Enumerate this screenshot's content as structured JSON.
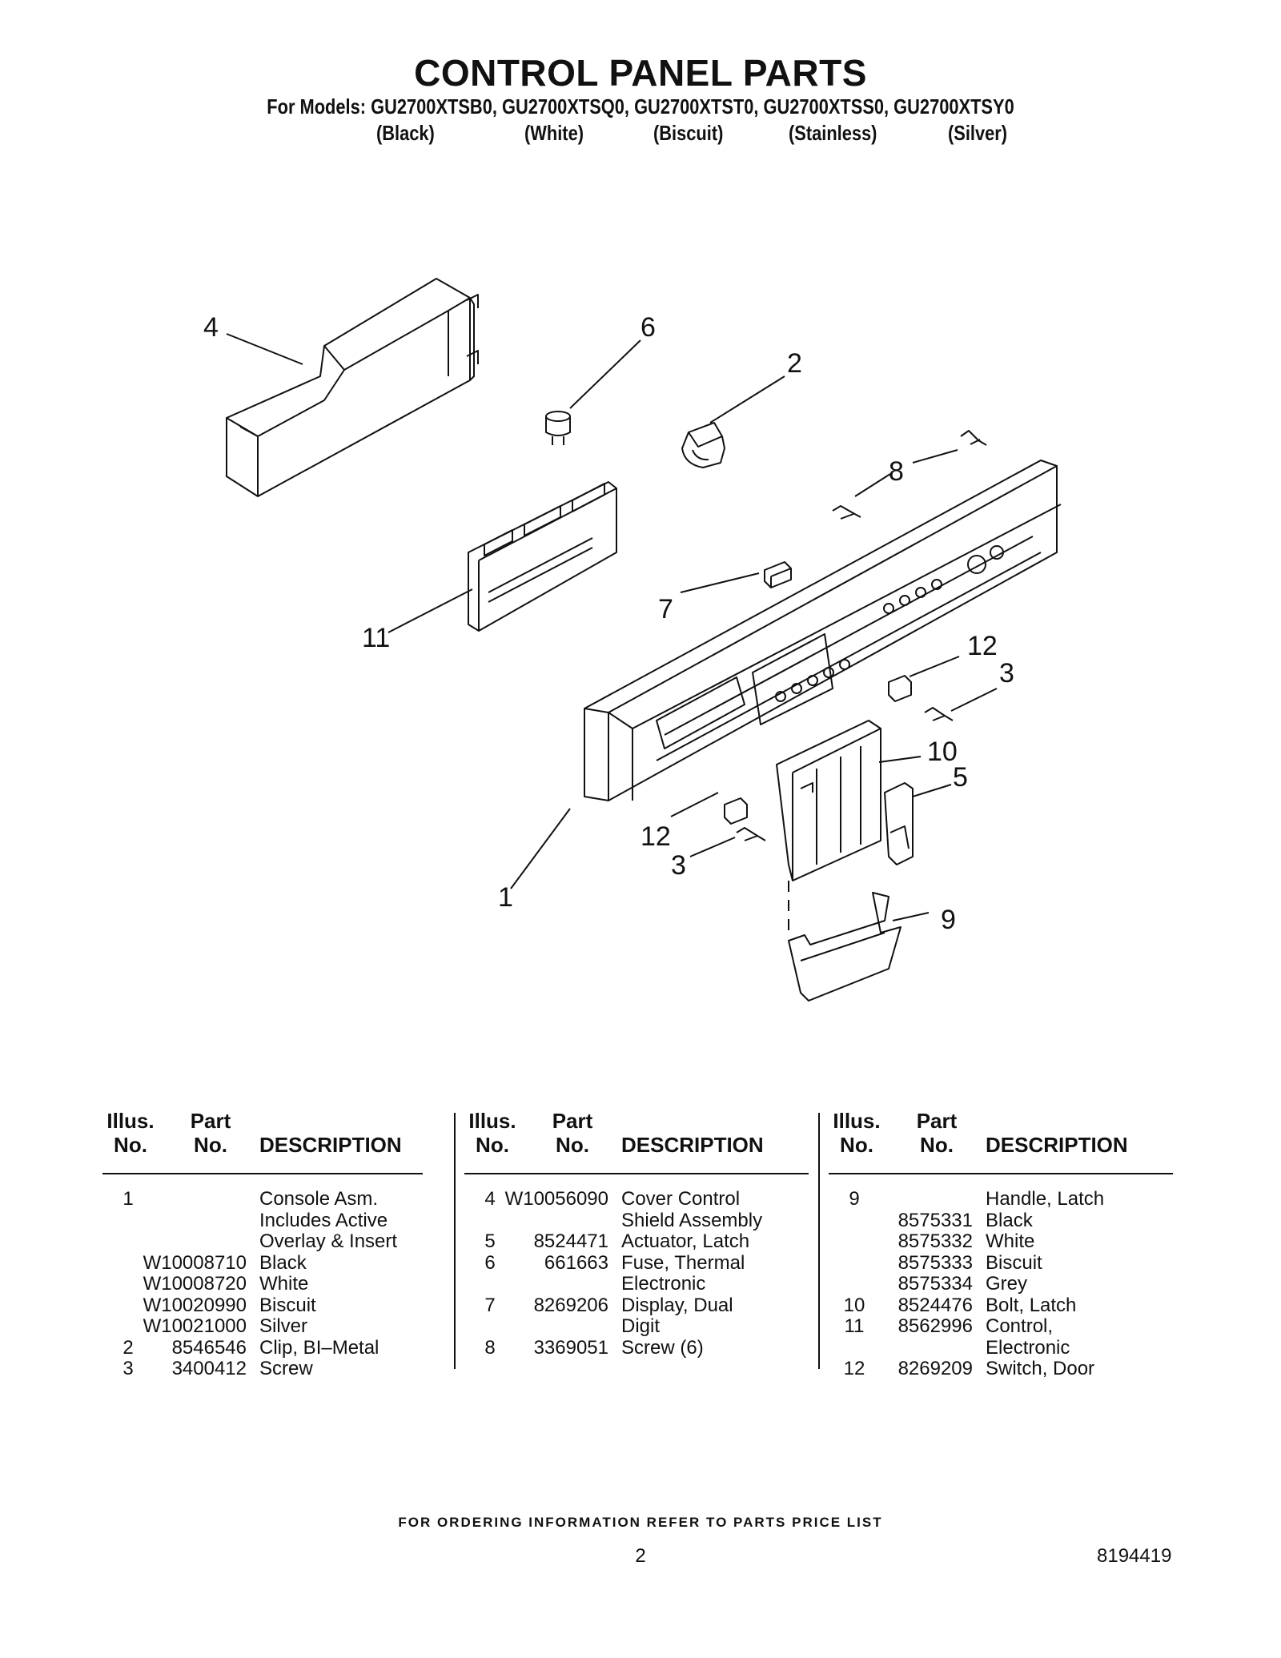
{
  "header": {
    "title": "CONTROL PANEL PARTS",
    "models_line": "For Models: GU2700XTSB0, GU2700XTSQ0, GU2700XTST0, GU2700XTSS0, GU2700XTSY0",
    "finishes": [
      "(Black)",
      "(White)",
      "(Biscuit)",
      "(Stainless)",
      "(Silver)"
    ]
  },
  "diagram": {
    "callouts": [
      "1",
      "2",
      "3",
      "3",
      "4",
      "5",
      "6",
      "7",
      "8",
      "9",
      "10",
      "11",
      "12",
      "12"
    ]
  },
  "table": {
    "headers": {
      "illus_line1": "Illus.",
      "illus_line2": "No.",
      "part_line1": "Part",
      "part_line2": "No.",
      "description": "DESCRIPTION"
    },
    "columns": [
      [
        {
          "illus": "1",
          "part": "",
          "desc": "Console Asm."
        },
        {
          "illus": "",
          "part": "",
          "desc": "Includes Active"
        },
        {
          "illus": "",
          "part": "",
          "desc": "Overlay & Insert"
        },
        {
          "illus": "",
          "part": "W10008710",
          "desc": "Black"
        },
        {
          "illus": "",
          "part": "W10008720",
          "desc": "White"
        },
        {
          "illus": "",
          "part": "W10020990",
          "desc": "Biscuit"
        },
        {
          "illus": "",
          "part": "W10021000",
          "desc": "Silver"
        },
        {
          "illus": "2",
          "part": "8546546",
          "desc": "Clip, BI–Metal"
        },
        {
          "illus": "3",
          "part": "3400412",
          "desc": "Screw"
        }
      ],
      [
        {
          "illus": "4",
          "part": "W10056090",
          "desc": "Cover Control"
        },
        {
          "illus": "",
          "part": "",
          "desc": "Shield Assembly"
        },
        {
          "illus": "5",
          "part": "8524471",
          "desc": "Actuator, Latch"
        },
        {
          "illus": "6",
          "part": "661663",
          "desc": "Fuse, Thermal"
        },
        {
          "illus": "",
          "part": "",
          "desc": "Electronic"
        },
        {
          "illus": "7",
          "part": "8269206",
          "desc": "Display, Dual"
        },
        {
          "illus": "",
          "part": "",
          "desc": "Digit"
        },
        {
          "illus": "8",
          "part": "3369051",
          "desc": "Screw (6)"
        }
      ],
      [
        {
          "illus": "9",
          "part": "",
          "desc": "Handle, Latch"
        },
        {
          "illus": "",
          "part": "8575331",
          "desc": "Black"
        },
        {
          "illus": "",
          "part": "8575332",
          "desc": "White"
        },
        {
          "illus": "",
          "part": "8575333",
          "desc": "Biscuit"
        },
        {
          "illus": "",
          "part": "8575334",
          "desc": "Grey"
        },
        {
          "illus": "10",
          "part": "8524476",
          "desc": "Bolt, Latch"
        },
        {
          "illus": "11",
          "part": "8562996",
          "desc": "Control,"
        },
        {
          "illus": "",
          "part": "",
          "desc": "Electronic"
        },
        {
          "illus": "12",
          "part": "8269209",
          "desc": "Switch, Door"
        }
      ]
    ]
  },
  "footer": {
    "ordering_note": "FOR ORDERING INFORMATION REFER TO PARTS PRICE LIST",
    "page_number": "2",
    "document_number": "8194419"
  }
}
